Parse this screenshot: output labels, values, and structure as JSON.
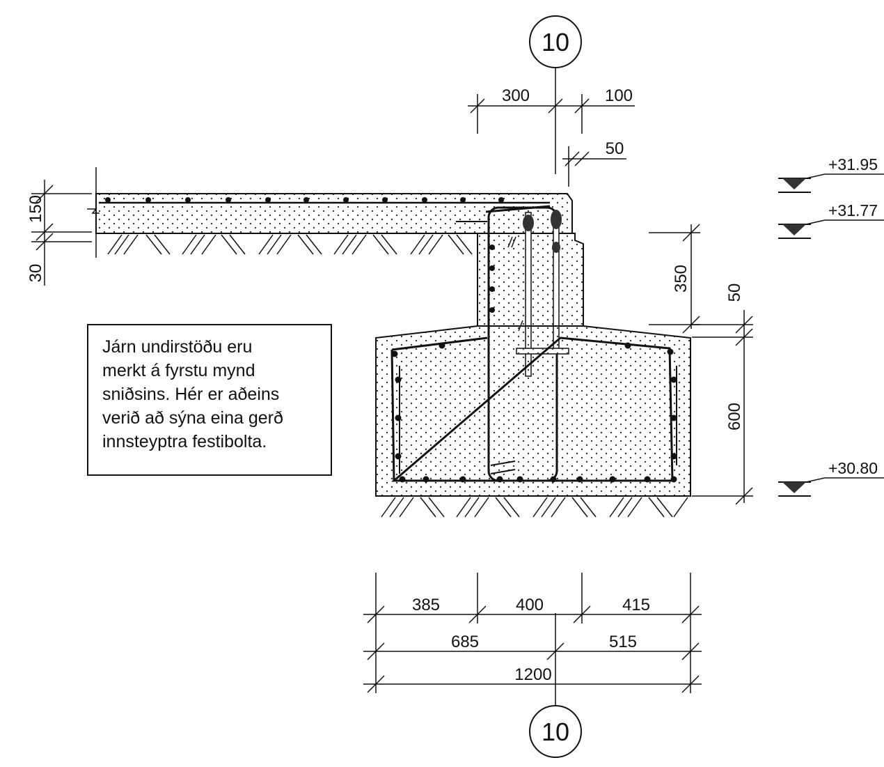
{
  "axis_label": "10",
  "note": {
    "lines": [
      "Járn undirstöðu eru",
      "merkt á fyrstu mynd",
      "sniðsins. Hér er aðeins",
      "verið að sýna eina gerð",
      "innsteyptra festibolta."
    ]
  },
  "dimensions": {
    "top": [
      "300",
      "100",
      "50"
    ],
    "left": [
      "150",
      "30"
    ],
    "right": [
      "350",
      "50",
      "600"
    ],
    "bottom_row1": [
      "385",
      "400",
      "415"
    ],
    "bottom_row2": [
      "685",
      "515"
    ],
    "bottom_total": "1200"
  },
  "levels": [
    "+31.95",
    "+31.77",
    "+30.80"
  ]
}
